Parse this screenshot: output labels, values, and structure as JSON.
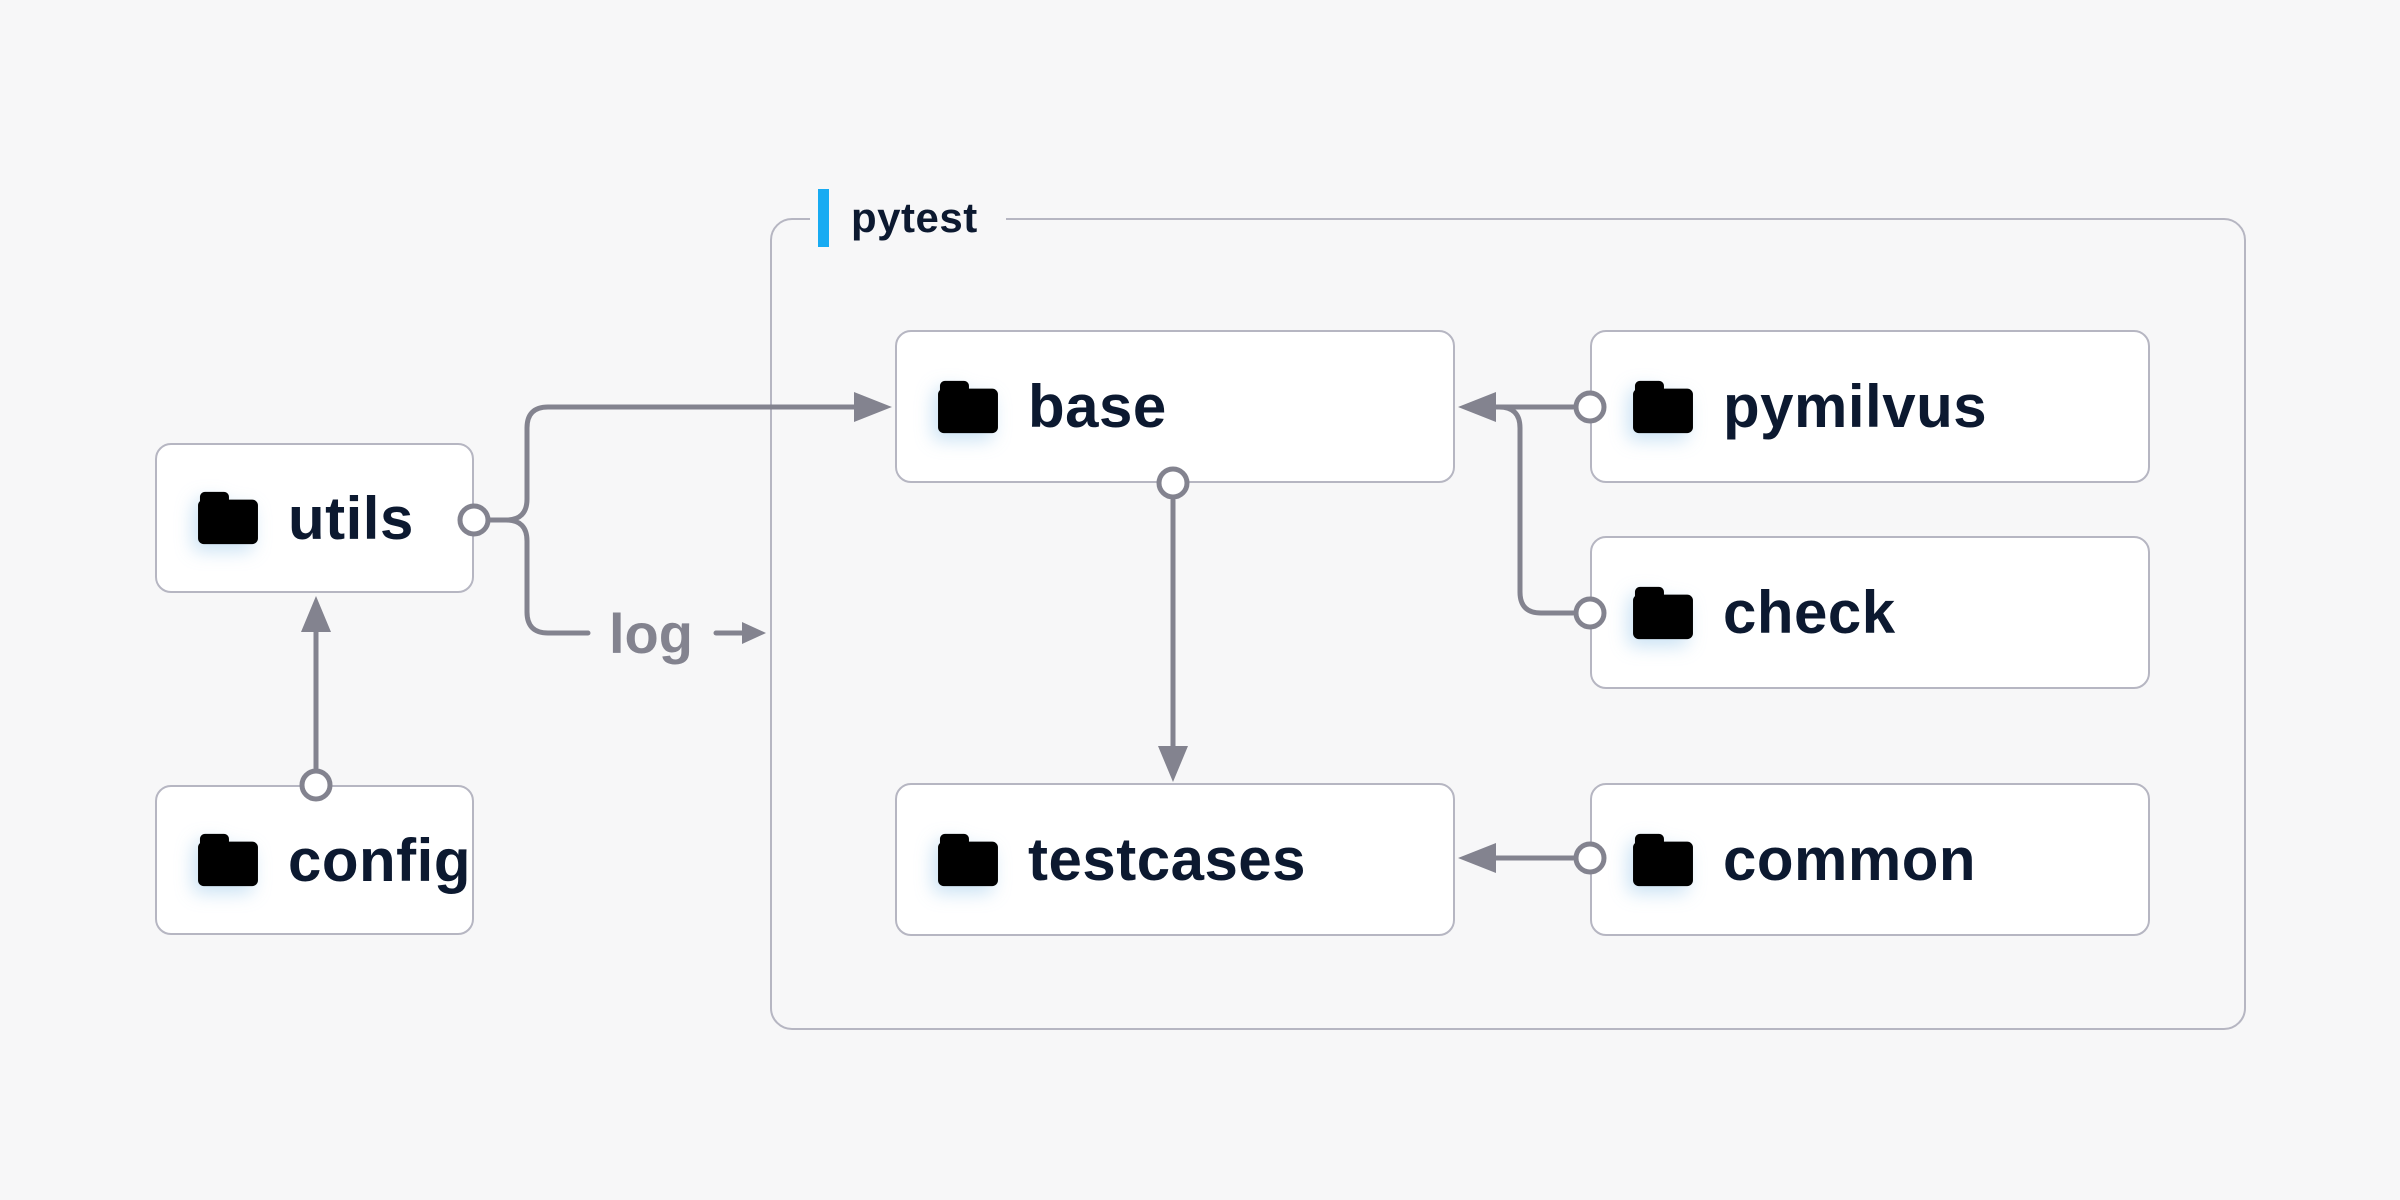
{
  "diagram": {
    "frame_title": "pytest",
    "edge_label": "log",
    "colors": {
      "bg": "#f7f7f8",
      "box-bg": "#ffffff",
      "border": "#b6b6c2",
      "line": "#83838f",
      "text": "#0c1930",
      "accent": "#18abf2",
      "folder-stroke": "#14a4f1",
      "folder-tab": "#2db4f6",
      "folder-fill-a": "#dff0fb",
      "folder-fill-b": "#ffffff"
    },
    "nodes": {
      "utils": {
        "label": "utils",
        "icon": "folder-icon",
        "inside_frame": false
      },
      "config": {
        "label": "config",
        "icon": "folder-icon",
        "inside_frame": false
      },
      "base": {
        "label": "base",
        "icon": "folder-icon",
        "inside_frame": true
      },
      "pymilvus": {
        "label": "pymilvus",
        "icon": "folder-icon",
        "inside_frame": true
      },
      "check": {
        "label": "check",
        "icon": "folder-icon",
        "inside_frame": true
      },
      "testcases": {
        "label": "testcases",
        "icon": "folder-icon",
        "inside_frame": true
      },
      "common": {
        "label": "common",
        "icon": "folder-icon",
        "inside_frame": true
      }
    },
    "edges": [
      {
        "from": "config",
        "to": "utils",
        "label": ""
      },
      {
        "from": "utils",
        "to": "base",
        "label": ""
      },
      {
        "from": "utils",
        "to": "pytest-frame",
        "label": "log"
      },
      {
        "from": "pymilvus",
        "to": "base",
        "label": ""
      },
      {
        "from": "check",
        "to": "base",
        "label": ""
      },
      {
        "from": "base",
        "to": "testcases",
        "label": ""
      },
      {
        "from": "common",
        "to": "testcases",
        "label": ""
      }
    ]
  }
}
